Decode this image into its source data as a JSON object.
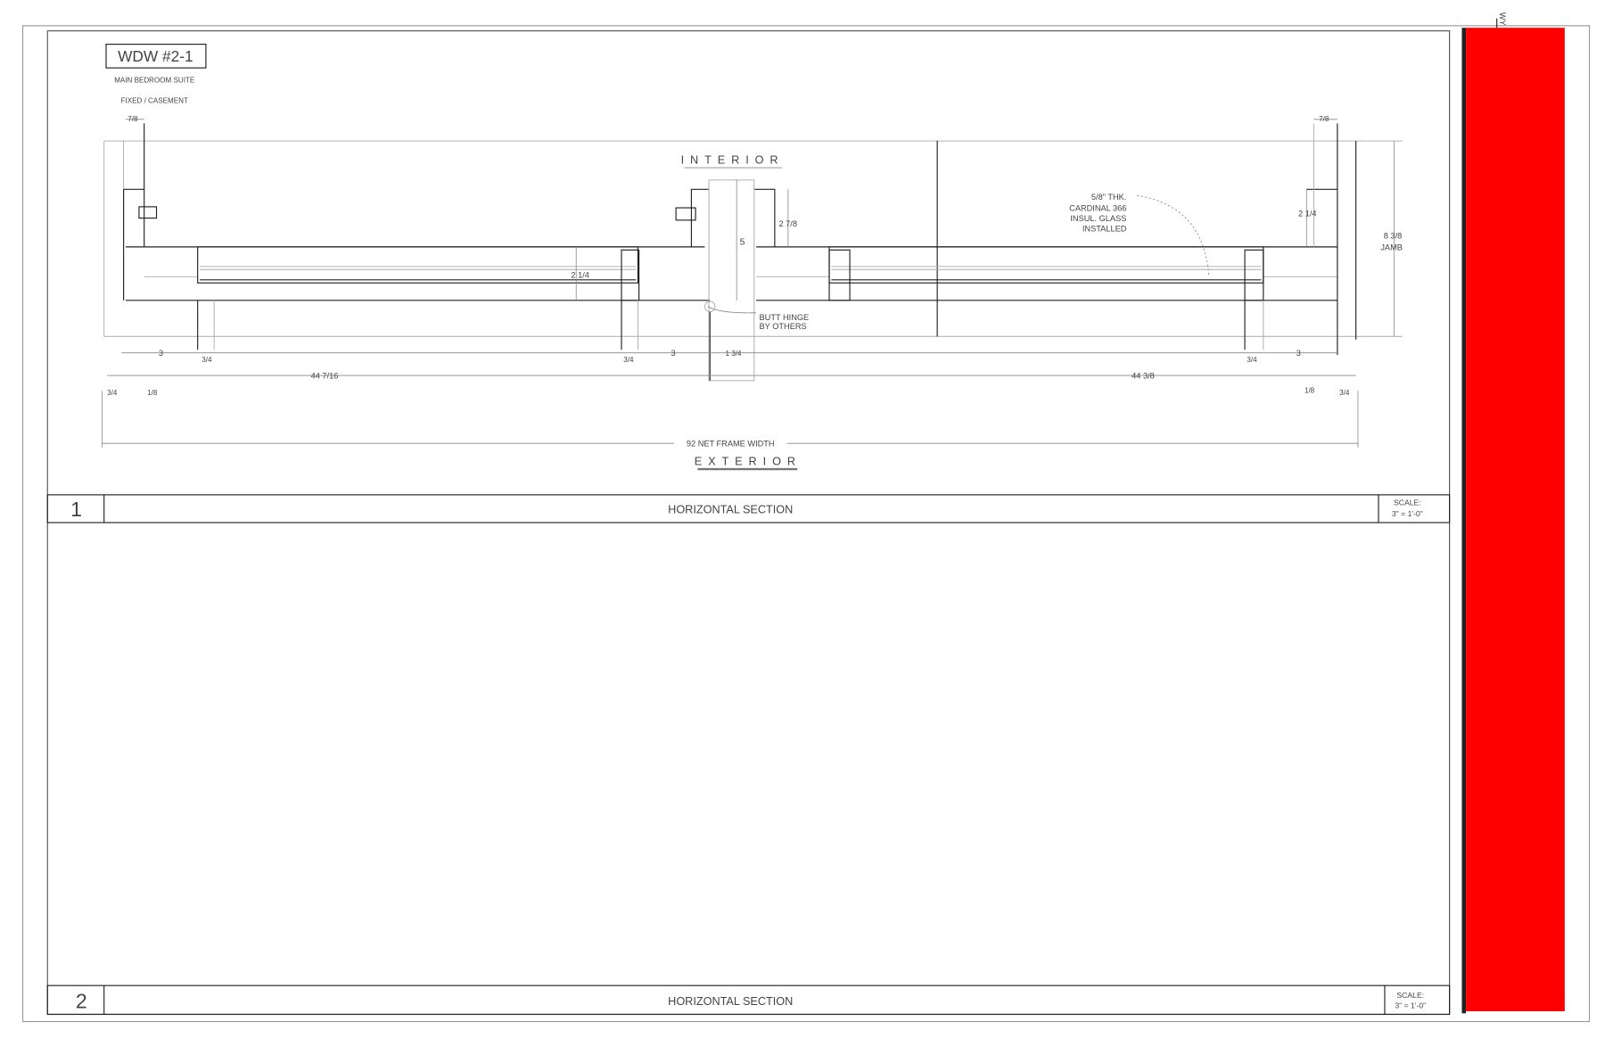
{
  "tag": {
    "title": "WDW #2-1",
    "room": "MAIN BEDROOM SUITE",
    "type": "FIXED / CASEMENT"
  },
  "labels": {
    "interior": "INTERIOR",
    "exterior": "EXTERIOR",
    "hinge_line1": "BUTT HINGE",
    "hinge_line2": "BY OTHERS",
    "glass_line1": "5/8\" THK.",
    "glass_line2": "CARDINAL 366",
    "glass_line3": "INSUL. GLASS",
    "glass_line4": "INSTALLED",
    "jamb": "JAMB"
  },
  "dimensions": {
    "mullion_depth": "5",
    "mullion_stop": "2 7/8",
    "sash_thk": "2 1/4",
    "right_stop": "2 1/4",
    "jamb_depth": "8 3/8",
    "left_jamb": "7/8",
    "right_jamb": "7/8",
    "left_3": "3",
    "center_3": "3",
    "right_3": "3",
    "left_3_4": "3/4",
    "center_3_4": "3/4",
    "right_3_4": "3/4",
    "center_1_3_4": "1 3/4",
    "left_sash_width": "44 7/16",
    "right_sash_width": "44 3/8",
    "left_1_8": "1/8",
    "right_1_8": "1/8",
    "left_edge": "3/4",
    "right_edge": "3/4",
    "overall": "92 NET FRAME WIDTH"
  },
  "sections": [
    {
      "number": "1",
      "title": "HORIZONTAL SECTION",
      "scale_label": "SCALE:",
      "scale": "3\" = 1'-0\""
    },
    {
      "number": "2",
      "title": "HORIZONTAL SECTION",
      "scale_label": "SCALE:",
      "scale": "3\" = 1'-0\""
    }
  ],
  "side_panel": {
    "color": "#ff0000",
    "marker": "WY"
  }
}
